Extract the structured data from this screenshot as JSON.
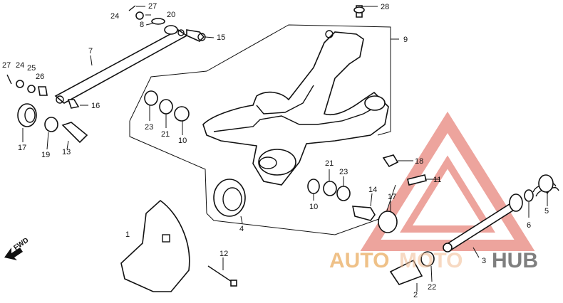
{
  "callouts": {
    "c27a": "27",
    "c24a": "24",
    "c20": "20",
    "c8": "8",
    "c15": "15",
    "c28": "28",
    "c9": "9",
    "c7": "7",
    "c27b": "27",
    "c24b": "24",
    "c25": "25",
    "c26": "26",
    "c16": "16",
    "c17a": "17",
    "c19": "19",
    "c13": "13",
    "c23a": "23",
    "c21a": "21",
    "c10a": "10",
    "c18": "18",
    "c11": "11",
    "c21b": "21",
    "c23b": "23",
    "c10b": "10",
    "c14": "14",
    "c17b": "17",
    "c4": "4",
    "c1": "1",
    "c12": "12",
    "c2": "2",
    "c22": "22",
    "c3": "3",
    "c6": "6",
    "c5": "5"
  },
  "fwd_label": "FWD",
  "watermark": {
    "part1": "AUTO",
    "part2": "MOTO",
    "part3": "HUB",
    "color_main": "#e05a4e",
    "color_fade": "#f3c19a",
    "color_dark": "#555555"
  }
}
